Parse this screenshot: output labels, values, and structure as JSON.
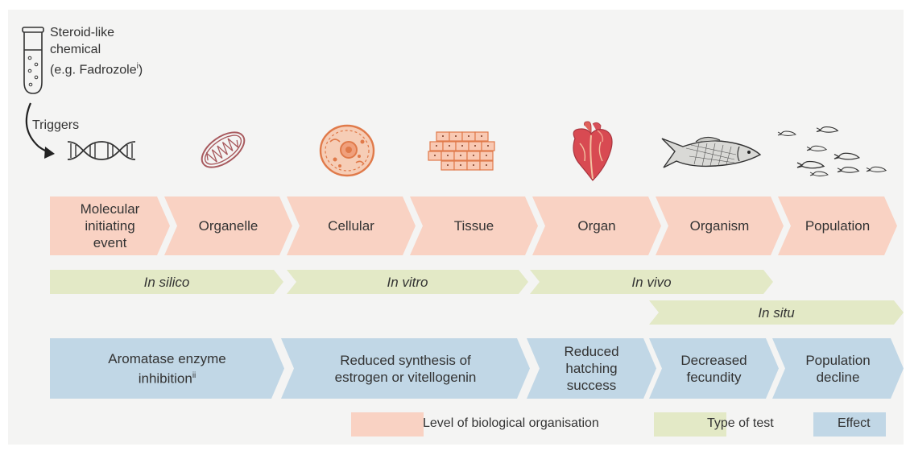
{
  "chemical": {
    "name_line1": "Steroid-like",
    "name_line2": "chemical",
    "name_line3": "(e.g. Fadrozole",
    "sup": "i",
    "close": ")"
  },
  "triggers_label": "Triggers",
  "levels": [
    "Molecular initiating event",
    "Organelle",
    "Cellular",
    "Tissue",
    "Organ",
    "Organism",
    "Population"
  ],
  "tests": {
    "in_silico": "In silico",
    "in_vitro": "In vitro",
    "in_vivo": "In vivo",
    "in_situ": "In situ"
  },
  "effects": {
    "aromatase": "Aromatase enzyme inhibition",
    "aromatase_sup": "ii",
    "reduced_synthesis": "Reduced synthesis of estrogen or vitellogenin",
    "reduced_hatching": "Reduced hatching success",
    "decreased_fecundity": "Decreased fecundity",
    "population_decline": "Population decline"
  },
  "legend": {
    "level": "Level of biological organisation",
    "type": "Type of test",
    "effect": "Effect"
  },
  "colors": {
    "level": "#f9d2c3",
    "test": "#e3e9c6",
    "effect": "#c1d7e6",
    "icon_orange": "#e07a4a"
  },
  "icons": [
    "test-tube-icon",
    "dna-icon",
    "mitochondrion-icon",
    "cell-icon",
    "tissue-icon",
    "heart-icon",
    "fish-icon",
    "fish-school-icon"
  ]
}
